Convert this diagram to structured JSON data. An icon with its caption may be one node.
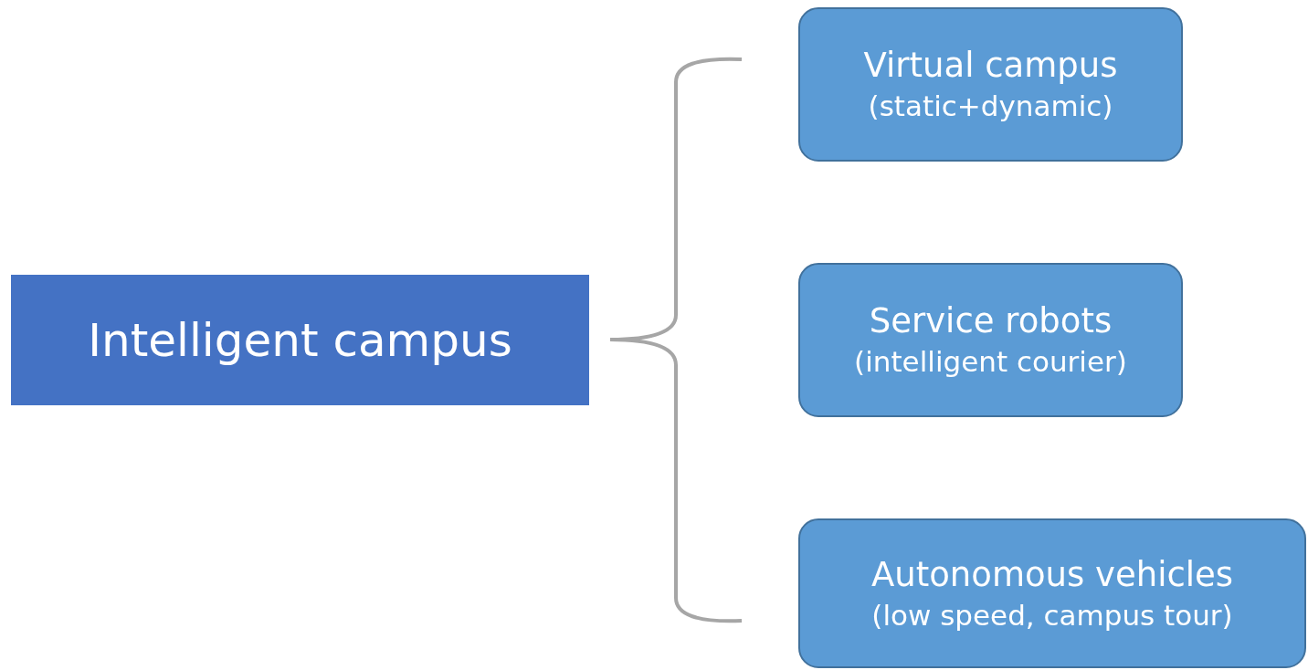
{
  "diagram": {
    "nodes": [
      {
        "text": [
          "Intelligent campus"
        ]
      },
      {
        "text": [
          "Virtual campus",
          "(static+dynamic)"
        ]
      },
      {
        "text": [
          "Service robots",
          "(intelligent courier)"
        ]
      },
      {
        "text": [
          "Autonomous vehicles",
          "(low speed, campus tour)"
        ]
      }
    ]
  }
}
